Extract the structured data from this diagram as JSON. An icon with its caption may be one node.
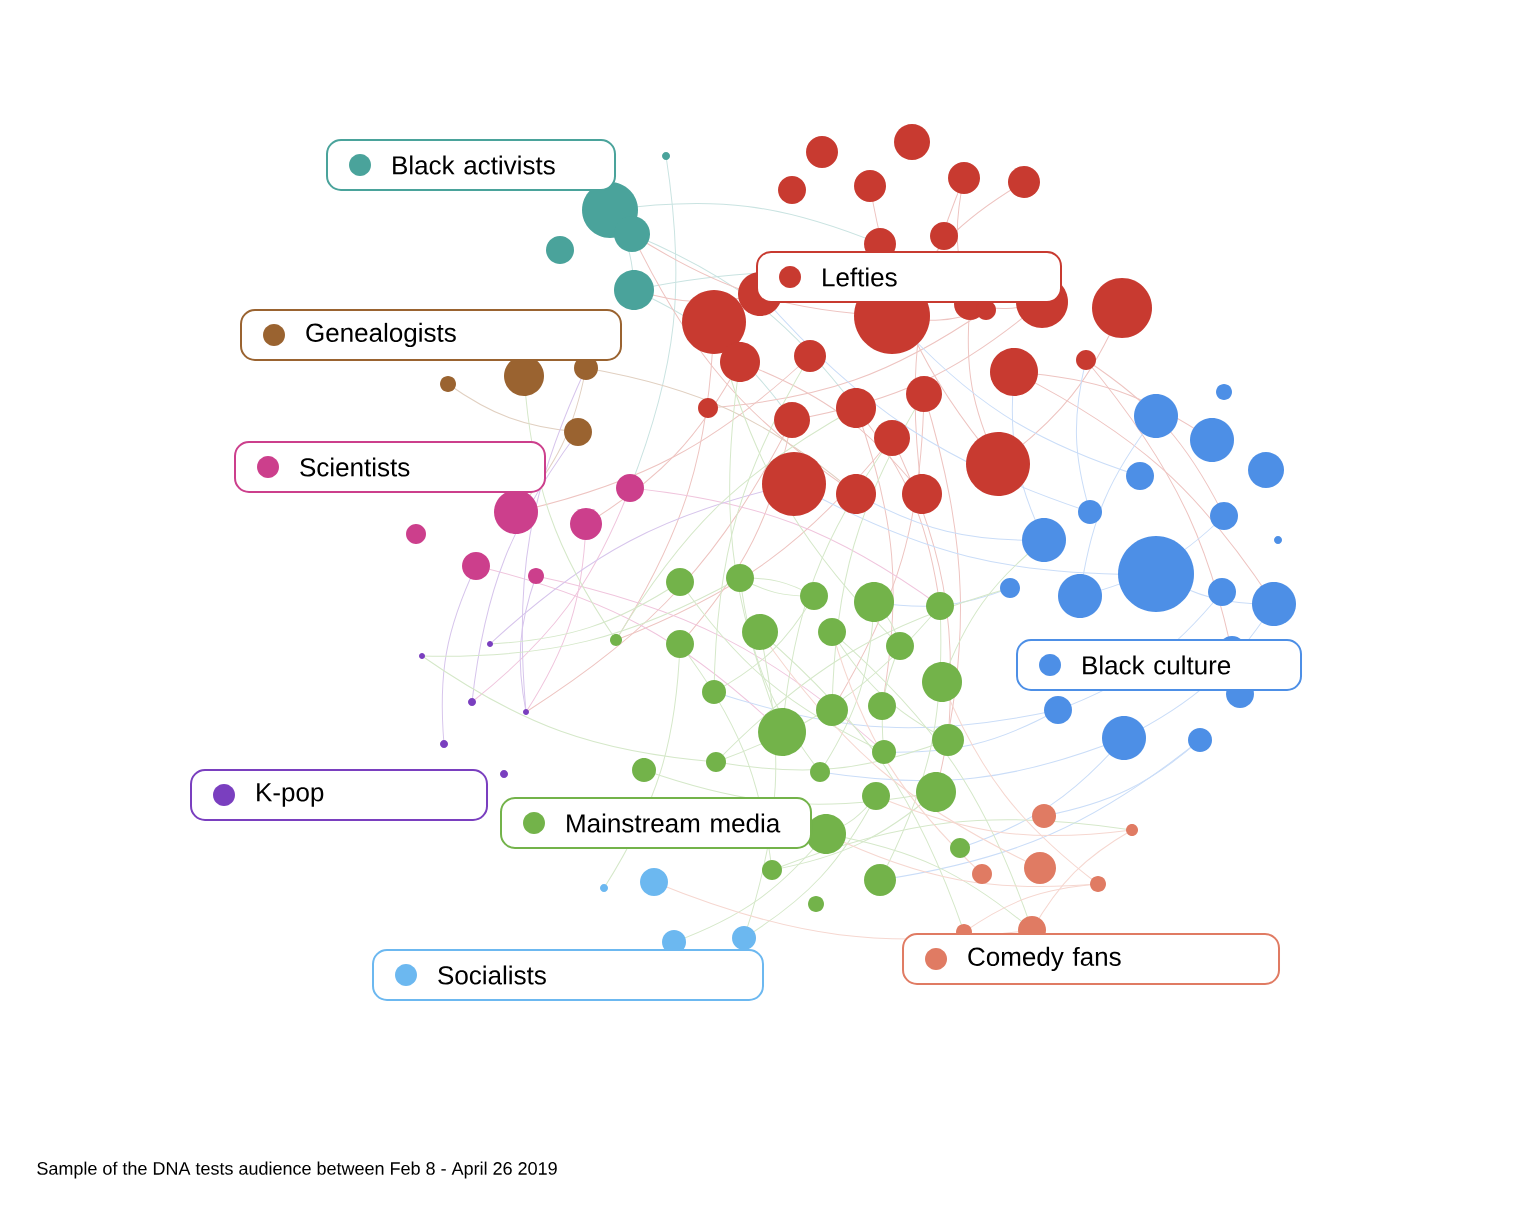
{
  "diagram": {
    "caption": "Sample of the DNA tests audience between Feb 8 - April 26 2019",
    "legend": [
      {
        "text": "Black activists",
        "color": "#4aa39b"
      },
      {
        "text": "Lefties",
        "color": "#c83a30"
      },
      {
        "text": "Genealogists",
        "color": "#9a6330"
      },
      {
        "text": "Scientists",
        "color": "#cc3f8c"
      },
      {
        "text": "Black culture",
        "color": "#4d8fe6"
      },
      {
        "text": "K-pop",
        "color": "#7a3fbf"
      },
      {
        "text": "Mainstream media",
        "color": "#73b34a"
      },
      {
        "text": "Socialists",
        "color": "#6cb8f0"
      },
      {
        "text": "Comedy fans",
        "color": "#e07b63"
      }
    ]
  }
}
